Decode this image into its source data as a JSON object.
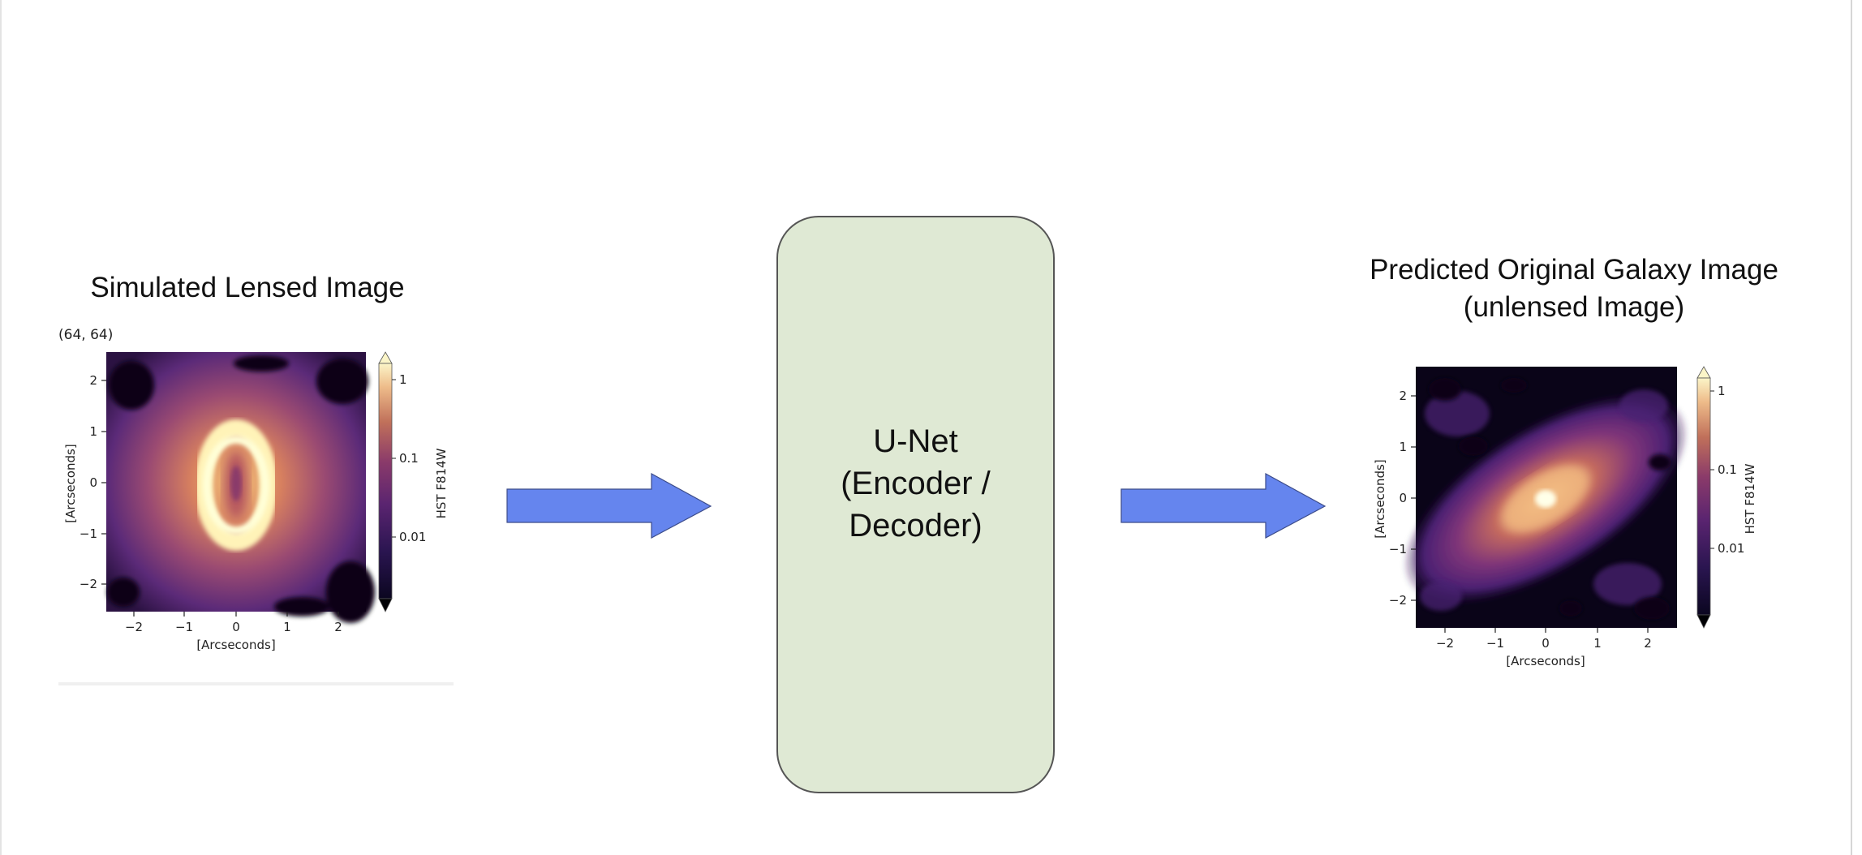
{
  "diagram": {
    "input_title": "Simulated Lensed Image",
    "output_title_line1": "Predicted Original Galaxy Image",
    "output_title_line2": "(unlensed Image)",
    "model_line1": "U-Net",
    "model_line2": "(Encoder /",
    "model_line3": "Decoder)",
    "input_clipped_text": "(64, 64)"
  },
  "input_panel": {
    "xlabel": "[Arcseconds]",
    "ylabel": "[Arcseconds]",
    "colorbar_label": "HST F814W",
    "x_ticks": [
      "−2",
      "−1",
      "0",
      "1",
      "2"
    ],
    "y_ticks": [
      "2",
      "1",
      "0",
      "−1",
      "−2"
    ],
    "colorbar_ticks": [
      "1",
      "0.1",
      "0.01"
    ]
  },
  "output_panel": {
    "xlabel": "[Arcseconds]",
    "ylabel": "[Arcseconds]",
    "colorbar_label": "HST F814W",
    "x_ticks": [
      "−2",
      "−1",
      "0",
      "1",
      "2"
    ],
    "y_ticks": [
      "2",
      "1",
      "0",
      "−1",
      "−2"
    ],
    "colorbar_ticks": [
      "1",
      "0.1",
      "0.01"
    ]
  },
  "colors": {
    "arrow_fill": "#6585ee",
    "model_box_fill": "#dfe9d4",
    "colormap": [
      "#000004",
      "#1c1044",
      "#4f127b",
      "#812581",
      "#b5367a",
      "#e55064",
      "#fb8761",
      "#fec287",
      "#fcfdbf"
    ]
  }
}
